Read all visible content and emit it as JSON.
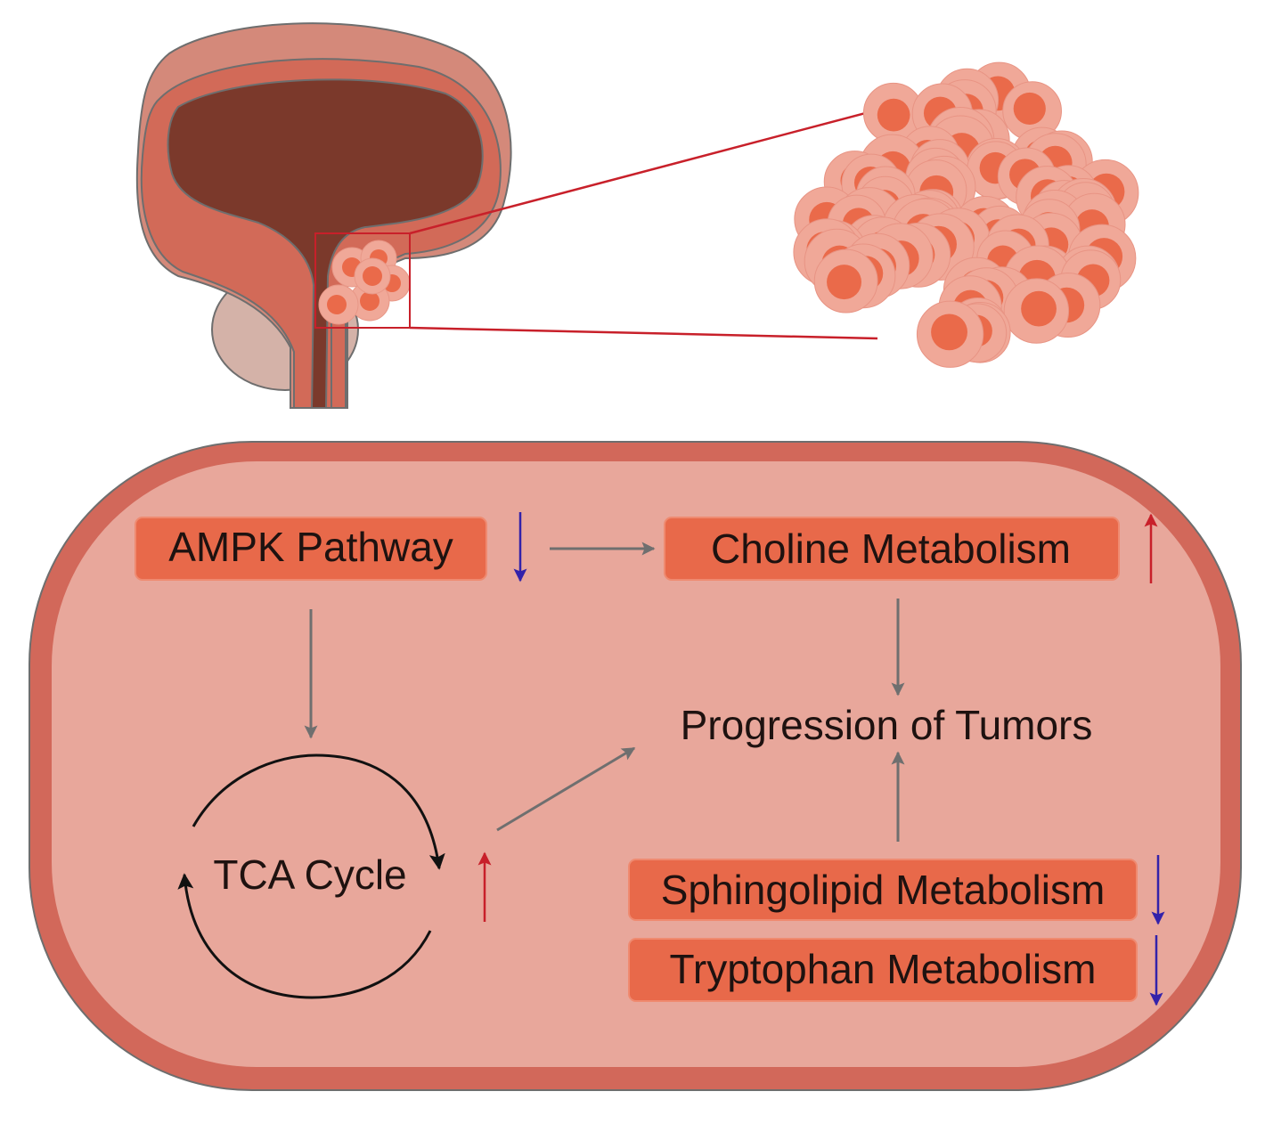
{
  "colors": {
    "bladder_outer": "#d4897a",
    "bladder_wall": "#d26a58",
    "bladder_lumen": "#7b392b",
    "prostate": "#d4b2a8",
    "outline": "#6e6e6e",
    "cell_body": "#f0a898",
    "cell_nucleus": "#ea6a4a",
    "zoom_box": "#c8202a",
    "cell_membrane": "#d2685a",
    "cytoplasm": "#e8a79b",
    "box_fill": "#e8694a",
    "text": "#1e1210",
    "gray_arrow": "#6f6f6f",
    "up_arrow": "#c8202a",
    "down_arrow": "#3322aa",
    "cycle_arrow": "#111111"
  },
  "anatomy": {
    "organ": "bladder-prostate",
    "tumor_zoom": "tumor-cell-cluster"
  },
  "pathway": {
    "nodes": {
      "ampk": {
        "label": "AMPK Pathway",
        "regulation": "down"
      },
      "choline": {
        "label": "Choline Metabolism",
        "regulation": "up"
      },
      "tca": {
        "label": "TCA Cycle",
        "regulation": "up"
      },
      "progression": {
        "label": "Progression of Tumors"
      },
      "sphingolipid": {
        "label": "Sphingolipid Metabolism",
        "regulation": "down"
      },
      "tryptophan": {
        "label": "Tryptophan Metabolism",
        "regulation": "down"
      }
    },
    "edges": [
      {
        "from": "ampk",
        "to": "choline"
      },
      {
        "from": "ampk",
        "to": "tca"
      },
      {
        "from": "choline",
        "to": "progression"
      },
      {
        "from": "tca",
        "to": "progression"
      },
      {
        "from": "sphingolipid",
        "to": "progression"
      }
    ]
  }
}
